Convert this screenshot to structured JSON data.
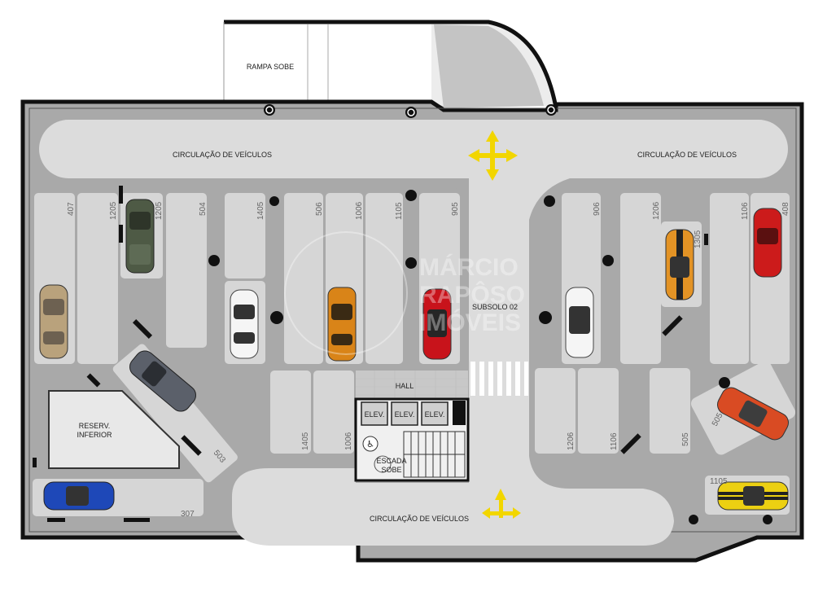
{
  "labels": {
    "ramp": "RAMPA SOBE",
    "circulation_top_left": "CIRCULAÇÃO DE VEÍCULOS",
    "circulation_top_right": "CIRCULAÇÃO DE VEÍCULOS",
    "circulation_bottom": "CIRCULAÇÃO DE VEÍCULOS",
    "level": "SUBSOLO 02",
    "hall": "HALL",
    "elevator_1": "ELEV.",
    "elevator_2": "ELEV.",
    "elevator_3": "ELEV.",
    "stairs_line1": "ESCADA",
    "stairs_line2": "SOBE",
    "reservoir_line1": "RESERV.",
    "reservoir_line2": "INFERIOR"
  },
  "spots": {
    "s407": "407",
    "s1205a": "1205",
    "s1205b": "1205",
    "s504": "504",
    "s1405a": "1405",
    "s506": "506",
    "s1006a": "1006",
    "s1105a": "1105",
    "s905": "905",
    "s906": "906",
    "s1206a": "1206",
    "s1305": "1305",
    "s1106a": "1106",
    "s408": "408",
    "s1405b": "1405",
    "s1006b": "1006",
    "s1206b": "1206",
    "s1106b": "1106",
    "s505a": "505",
    "s505b": "505",
    "s503": "503",
    "s307": "307",
    "s1105b": "1105"
  },
  "watermark": {
    "line1": "MÁRCIO",
    "line2": "RAPÔSO",
    "line3": "IMÓVEIS"
  },
  "colors": {
    "floor": "#a9a9a9",
    "road": "#dcdcdc",
    "spot": "#d6d6d6",
    "arrow": "#f2d600"
  }
}
